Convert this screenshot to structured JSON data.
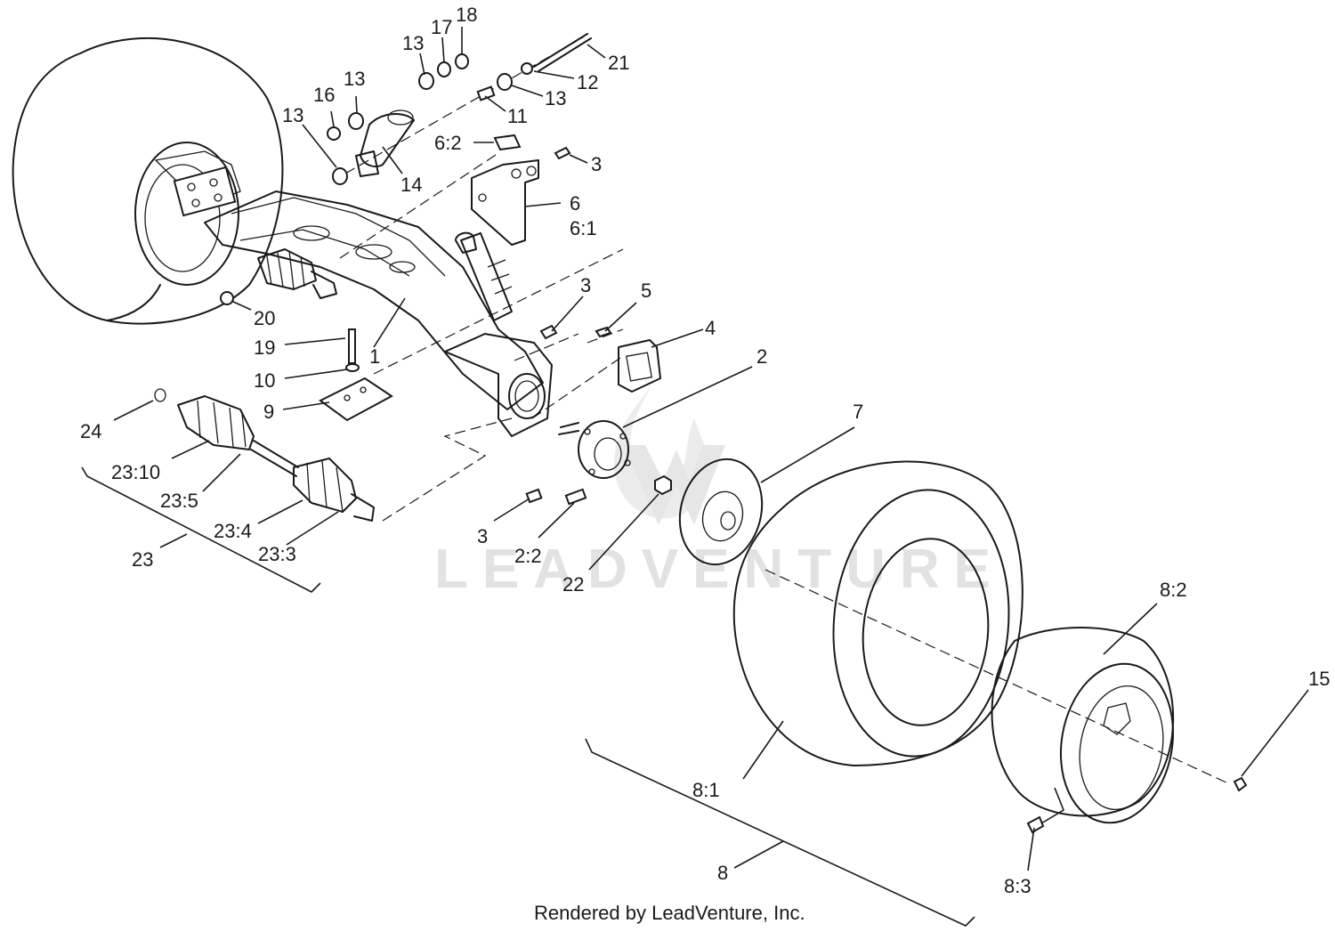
{
  "watermark": "LEADVENTURE",
  "credit": "Rendered by LeadVenture, Inc.",
  "callouts": [
    {
      "id": "c18",
      "text": "18"
    },
    {
      "id": "c17",
      "text": "17"
    },
    {
      "id": "c13a",
      "text": "13"
    },
    {
      "id": "c21",
      "text": "21"
    },
    {
      "id": "c12",
      "text": "12"
    },
    {
      "id": "c13b",
      "text": "13"
    },
    {
      "id": "c11",
      "text": "11"
    },
    {
      "id": "c13c",
      "text": "13"
    },
    {
      "id": "c16",
      "text": "16"
    },
    {
      "id": "c13d",
      "text": "13"
    },
    {
      "id": "c14",
      "text": "14"
    },
    {
      "id": "c6-2",
      "text": "6:2"
    },
    {
      "id": "c3a",
      "text": "3"
    },
    {
      "id": "c6",
      "text": "6"
    },
    {
      "id": "c6-1",
      "text": "6:1"
    },
    {
      "id": "c3b",
      "text": "3"
    },
    {
      "id": "c5",
      "text": "5"
    },
    {
      "id": "c4",
      "text": "4"
    },
    {
      "id": "c2",
      "text": "2"
    },
    {
      "id": "c20",
      "text": "20"
    },
    {
      "id": "c19",
      "text": "19"
    },
    {
      "id": "c1",
      "text": "1"
    },
    {
      "id": "c10",
      "text": "10"
    },
    {
      "id": "c9",
      "text": "9"
    },
    {
      "id": "c7",
      "text": "7"
    },
    {
      "id": "c24",
      "text": "24"
    },
    {
      "id": "c23-10",
      "text": "23:10"
    },
    {
      "id": "c23-5",
      "text": "23:5"
    },
    {
      "id": "c23-4",
      "text": "23:4"
    },
    {
      "id": "c23-3",
      "text": "23:3"
    },
    {
      "id": "c23",
      "text": "23"
    },
    {
      "id": "c3c",
      "text": "3"
    },
    {
      "id": "c2-2",
      "text": "2:2"
    },
    {
      "id": "c22",
      "text": "22"
    },
    {
      "id": "c8-2",
      "text": "8:2"
    },
    {
      "id": "c15",
      "text": "15"
    },
    {
      "id": "c8-1",
      "text": "8:1"
    },
    {
      "id": "c8",
      "text": "8"
    },
    {
      "id": "c8-3",
      "text": "8:3"
    }
  ]
}
